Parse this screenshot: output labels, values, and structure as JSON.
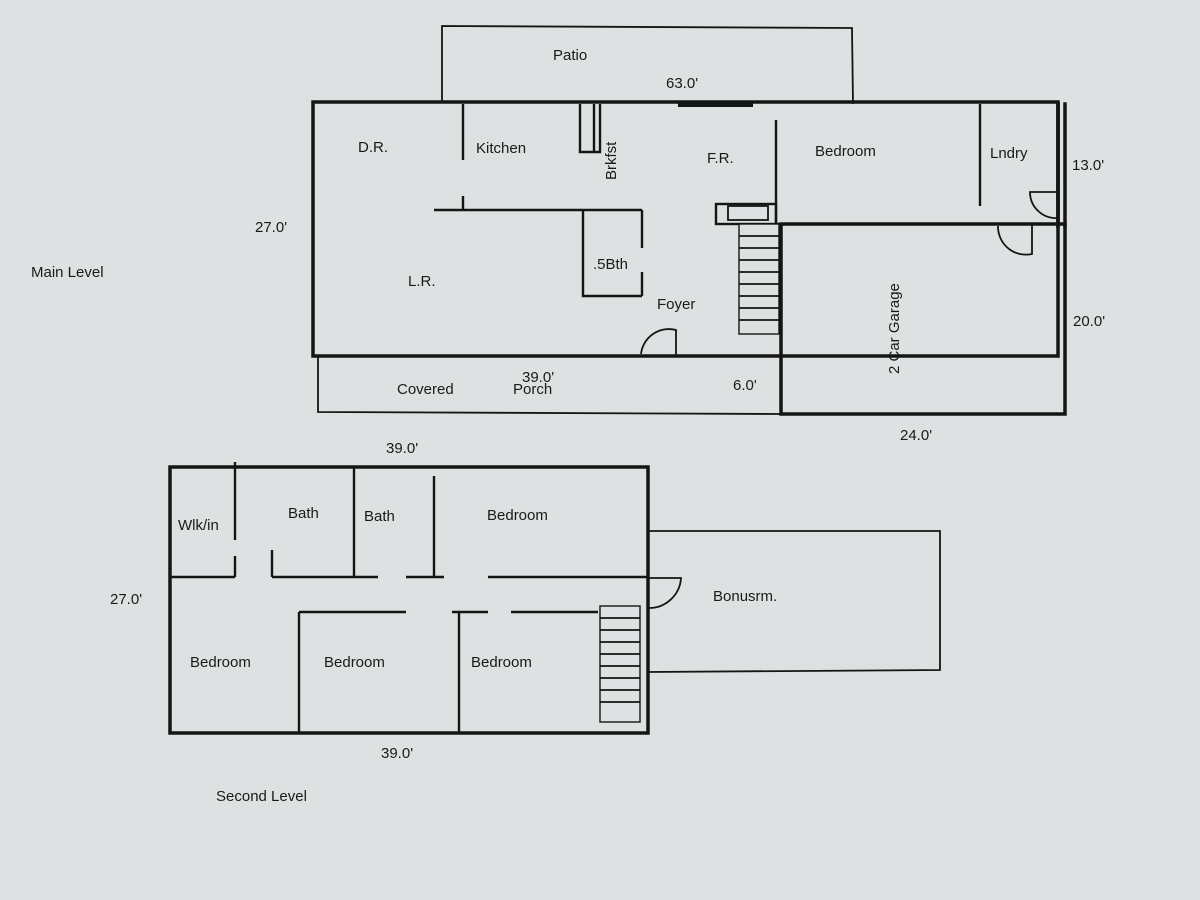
{
  "main_level": {
    "title": "Main Level",
    "rooms": {
      "patio": "Patio",
      "dining": "D.R.",
      "kitchen": "Kitchen",
      "breakfast": "Brkfst",
      "family": "F.R.",
      "bedroom": "Bedroom",
      "laundry": "Lndry",
      "living": "L.R.",
      "half_bath": ".5Bth",
      "foyer": "Foyer",
      "garage": "2 Car Garage",
      "porch_covered": "Covered",
      "porch": "Porch"
    },
    "dimensions": {
      "top_width": "63.0'",
      "left_depth": "27.0'",
      "porch_width": "39.0'",
      "porch_depth": "6.0'",
      "laundry_depth": "13.0'",
      "garage_depth": "20.0'",
      "garage_width": "24.0'"
    }
  },
  "second_level": {
    "title": "Second Level",
    "rooms": {
      "walkin": "Wlk/in",
      "bath_1": "Bath",
      "bath_2": "Bath",
      "bedroom_ne": "Bedroom",
      "bonus": "Bonusrm.",
      "bedroom_sw": "Bedroom",
      "bedroom_s": "Bedroom",
      "bedroom_se": "Bedroom"
    },
    "dimensions": {
      "top_width": "39.0'",
      "left_depth": "27.0'",
      "bottom_width": "39.0'"
    }
  }
}
